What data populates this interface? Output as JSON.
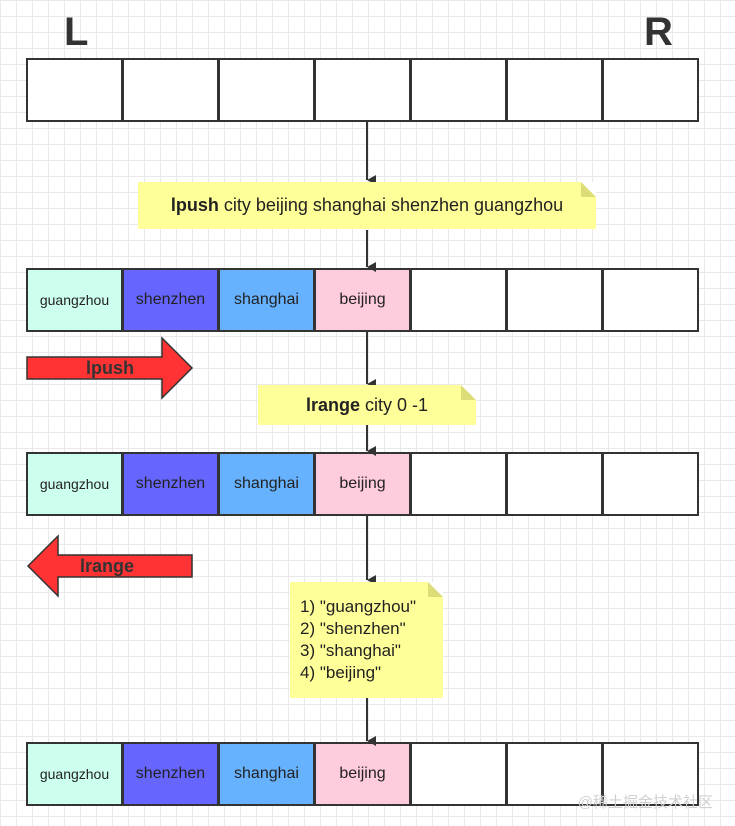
{
  "labels": {
    "left": "L",
    "right": "R"
  },
  "cells": [
    "guangzhou",
    "shenzhen",
    "shanghai",
    "beijing"
  ],
  "commands": {
    "lpush": {
      "keyword": "lpush",
      "rest": " city beijing shanghai shenzhen guangzhou"
    },
    "lrange": {
      "keyword": "lrange",
      "rest": " city 0 -1"
    }
  },
  "arrows": {
    "lpush": "lpush",
    "lrange": "lrange"
  },
  "results": [
    "1) \"guangzhou\"",
    "2) \"shenzhen\"",
    "3) \"shanghai\"",
    "4) \"beijing\""
  ],
  "watermark": "@稀土掘金技术社区",
  "colors": {
    "c0": "#ccffee",
    "c1": "#6666ff",
    "c2": "#66b2ff",
    "c3": "#ffccdd",
    "note": "#ffff99",
    "arrow": "#ff3333"
  }
}
